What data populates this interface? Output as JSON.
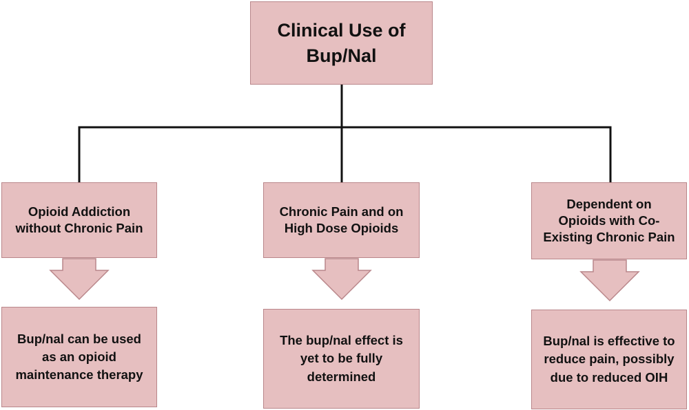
{
  "root": {
    "label": "Clinical Use of Bup/Nal"
  },
  "branches": [
    {
      "category": "Opioid Addiction without Chronic Pain",
      "outcome": "Bup/nal can be used as an opioid maintenance therapy"
    },
    {
      "category": "Chronic Pain and on High Dose Opioids",
      "outcome": "The bup/nal effect is yet to be fully determined"
    },
    {
      "category": "Dependent on Opioids with Co-Existing Chronic Pain",
      "outcome": "Bup/nal is effective to reduce pain, possibly due to reduced OIH"
    }
  ],
  "colors": {
    "box_fill": "#e6bfc0",
    "box_border": "#b9868a",
    "connector": "#111111",
    "text": "#111111"
  }
}
